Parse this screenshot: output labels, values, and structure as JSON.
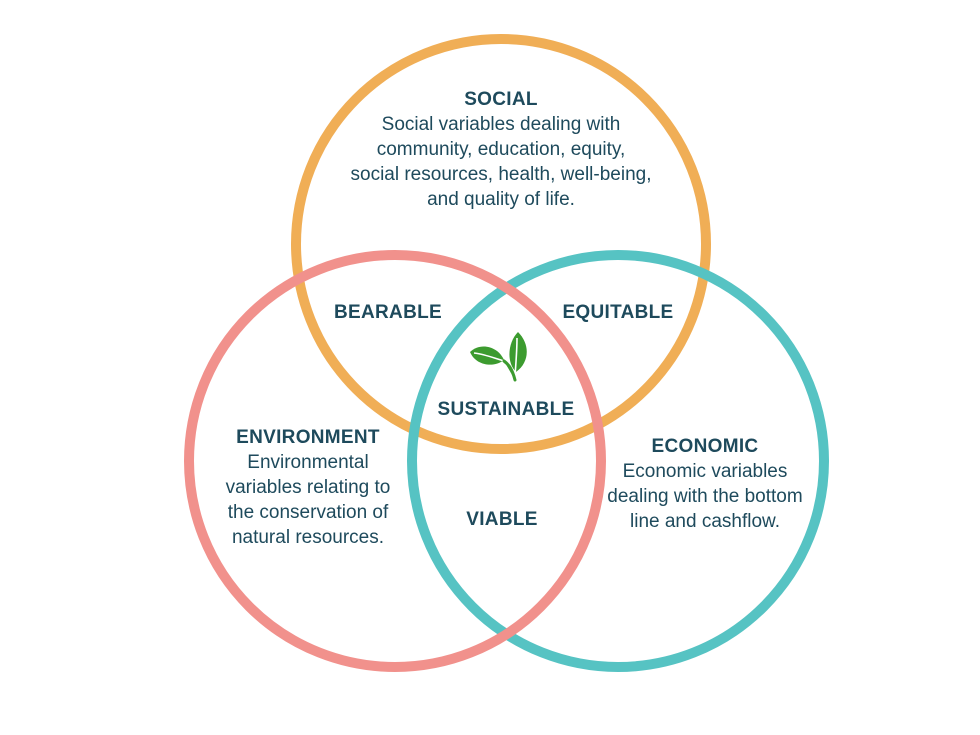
{
  "colors": {
    "social": "#f0ae56",
    "environment": "#f1918c",
    "economic": "#56c3c3",
    "text": "#1e4a5c",
    "leaf": "#3c9b2f"
  },
  "social": {
    "title": "SOCIAL",
    "description": "Social variables dealing with community, education, equity, social resources, health, well-being, and quality of life."
  },
  "environment": {
    "title": "ENVIRONMENT",
    "description": "Environmental variables relating to the conservation of natural resources."
  },
  "economic": {
    "title": "ECONOMIC",
    "description": "Economic variables dealing with the bottom line and cashflow."
  },
  "overlaps": {
    "social_environment": "BEARABLE",
    "social_economic": "EQUITABLE",
    "environment_economic": "VIABLE",
    "center": "SUSTAINABLE"
  },
  "center_icon": "leaf-icon"
}
